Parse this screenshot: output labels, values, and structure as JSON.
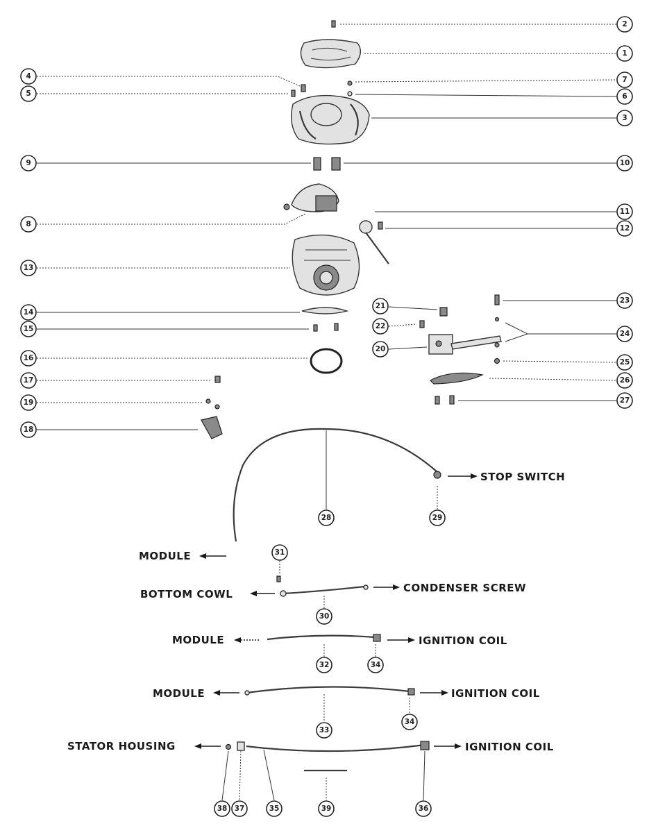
{
  "callouts": {
    "c1": "1",
    "c2": "2",
    "c3": "3",
    "c4": "4",
    "c5": "5",
    "c6": "6",
    "c7": "7",
    "c8": "8",
    "c9": "9",
    "c10": "10",
    "c11": "11",
    "c12": "12",
    "c13": "13",
    "c14": "14",
    "c15": "15",
    "c16": "16",
    "c17": "17",
    "c18": "18",
    "c19": "19",
    "c20": "20",
    "c21": "21",
    "c22": "22",
    "c23": "23",
    "c24": "24",
    "c25": "25",
    "c26": "26",
    "c27": "27",
    "c28": "28",
    "c29": "29",
    "c30": "30",
    "c31": "31",
    "c32": "32",
    "c33": "33",
    "c34": "34",
    "c35": "35",
    "c36": "36",
    "c37": "37",
    "c38": "38",
    "c39": "39"
  },
  "labels": {
    "stop_switch": "STOP SWITCH",
    "module_1": "MODULE",
    "bottom_cowl": "BOTTOM COWL",
    "condenser_screw": "CONDENSER SCREW",
    "module_2": "MODULE",
    "ignition_coil_1": "IGNITION COIL",
    "module_3": "MODULE",
    "ignition_coil_2": "IGNITION COIL",
    "stator_housing": "STATOR HOUSING",
    "ignition_coil_3": "IGNITION COIL"
  }
}
